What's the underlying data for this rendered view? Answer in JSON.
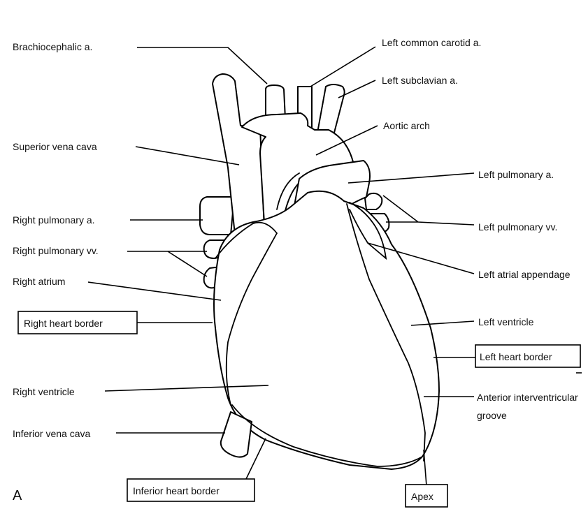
{
  "figure_letter": "A",
  "labels": {
    "brachiocephalic": "Brachiocephalic a.",
    "left_common_carotid": "Left common carotid a.",
    "left_subclavian": "Left subclavian a.",
    "aortic_arch": "Aortic arch",
    "superior_vena_cava": "Superior vena cava",
    "left_pulmonary_a": "Left pulmonary a.",
    "right_pulmonary_a": "Right pulmonary a.",
    "left_pulmonary_vv": "Left pulmonary vv.",
    "right_pulmonary_vv": "Right pulmonary vv.",
    "left_atrial_appendage": "Left atrial appendage",
    "right_atrium": "Right atrium",
    "right_heart_border": "Right heart border",
    "left_ventricle": "Left ventricle",
    "left_heart_border": "Left heart border",
    "right_ventricle": "Right ventricle",
    "anterior_interventricular": "Anterior interventricular",
    "groove": "groove",
    "inferior_vena_cava": "Inferior vena cava",
    "inferior_heart_border": "Inferior heart border",
    "apex": "Apex"
  }
}
